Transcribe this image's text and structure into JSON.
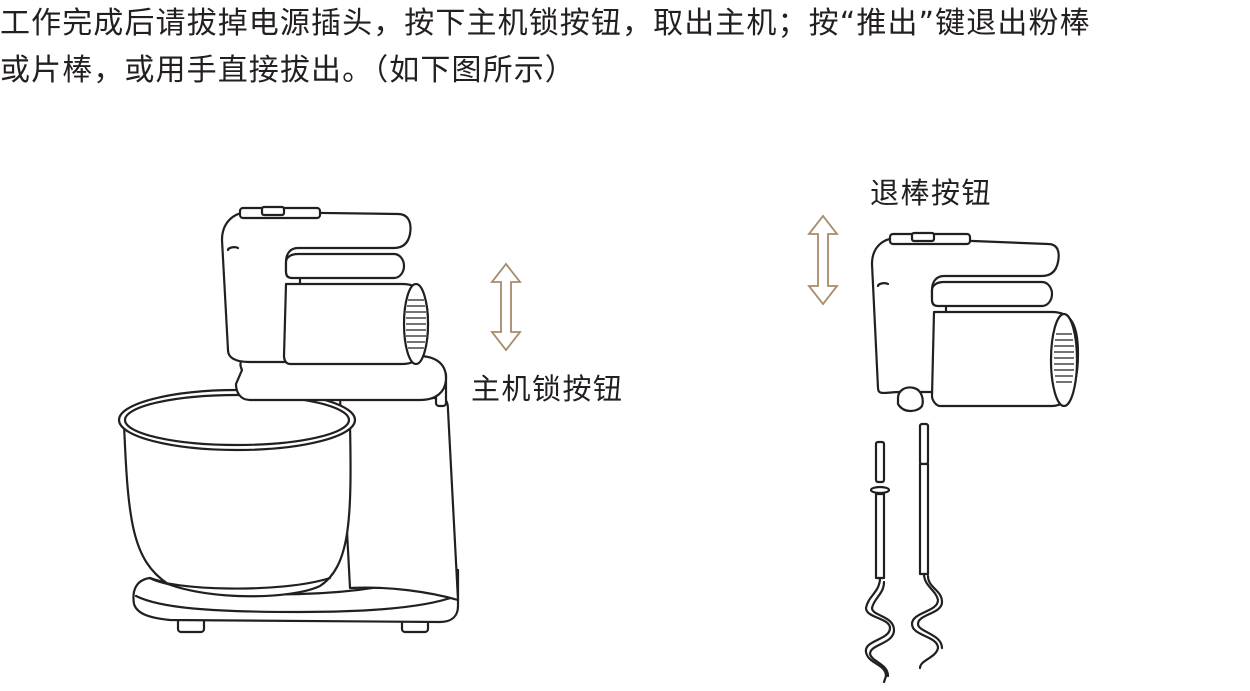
{
  "instructions": {
    "line1": "工作完成后请拔掉电源插头，按下主机锁按钮，取出主机；按“推出”键退出粉棒",
    "line2": "或片棒，或用手直接拔出。（如下图所示）"
  },
  "labels": {
    "main_lock_button": "主机锁按钮",
    "eject_button": "退棒按钮"
  },
  "colors": {
    "text": "#231f20",
    "arrow_outline": "#a68b6b"
  },
  "icons": [
    "up-down-arrow-icon",
    "up-down-arrow-icon"
  ]
}
